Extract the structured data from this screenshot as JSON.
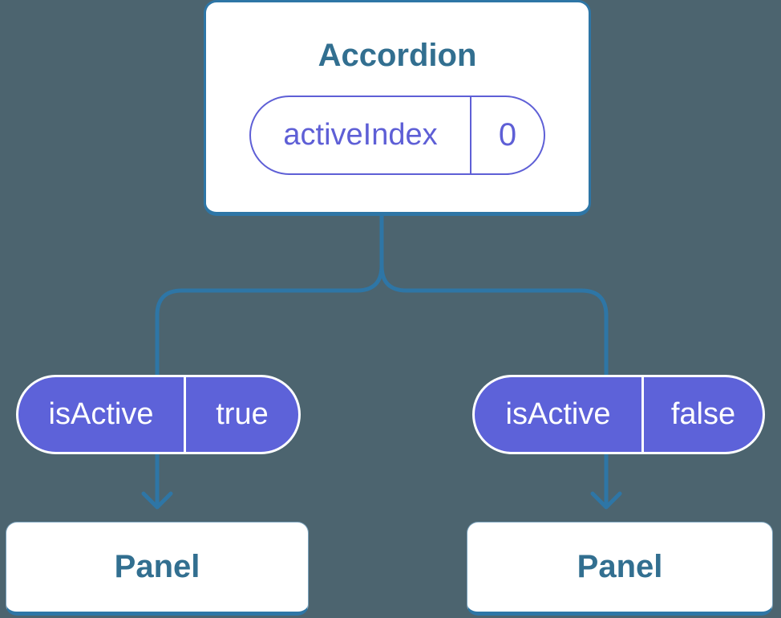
{
  "diagram": {
    "root": {
      "title": "Accordion",
      "state_pill": {
        "name": "activeIndex",
        "value": "0"
      }
    },
    "children": [
      {
        "prop_pill": {
          "name": "isActive",
          "value": "true"
        },
        "panel": {
          "title": "Panel"
        }
      },
      {
        "prop_pill": {
          "name": "isActive",
          "value": "false"
        },
        "panel": {
          "title": "Panel"
        }
      }
    ],
    "colors": {
      "background": "#4c646f",
      "connector_blue": "#2e76a6",
      "label_blue": "#326f90",
      "pill_purple": "#5d62d9",
      "pill_purple_border": "#5e5fd6",
      "card_white": "#ffffff"
    }
  }
}
